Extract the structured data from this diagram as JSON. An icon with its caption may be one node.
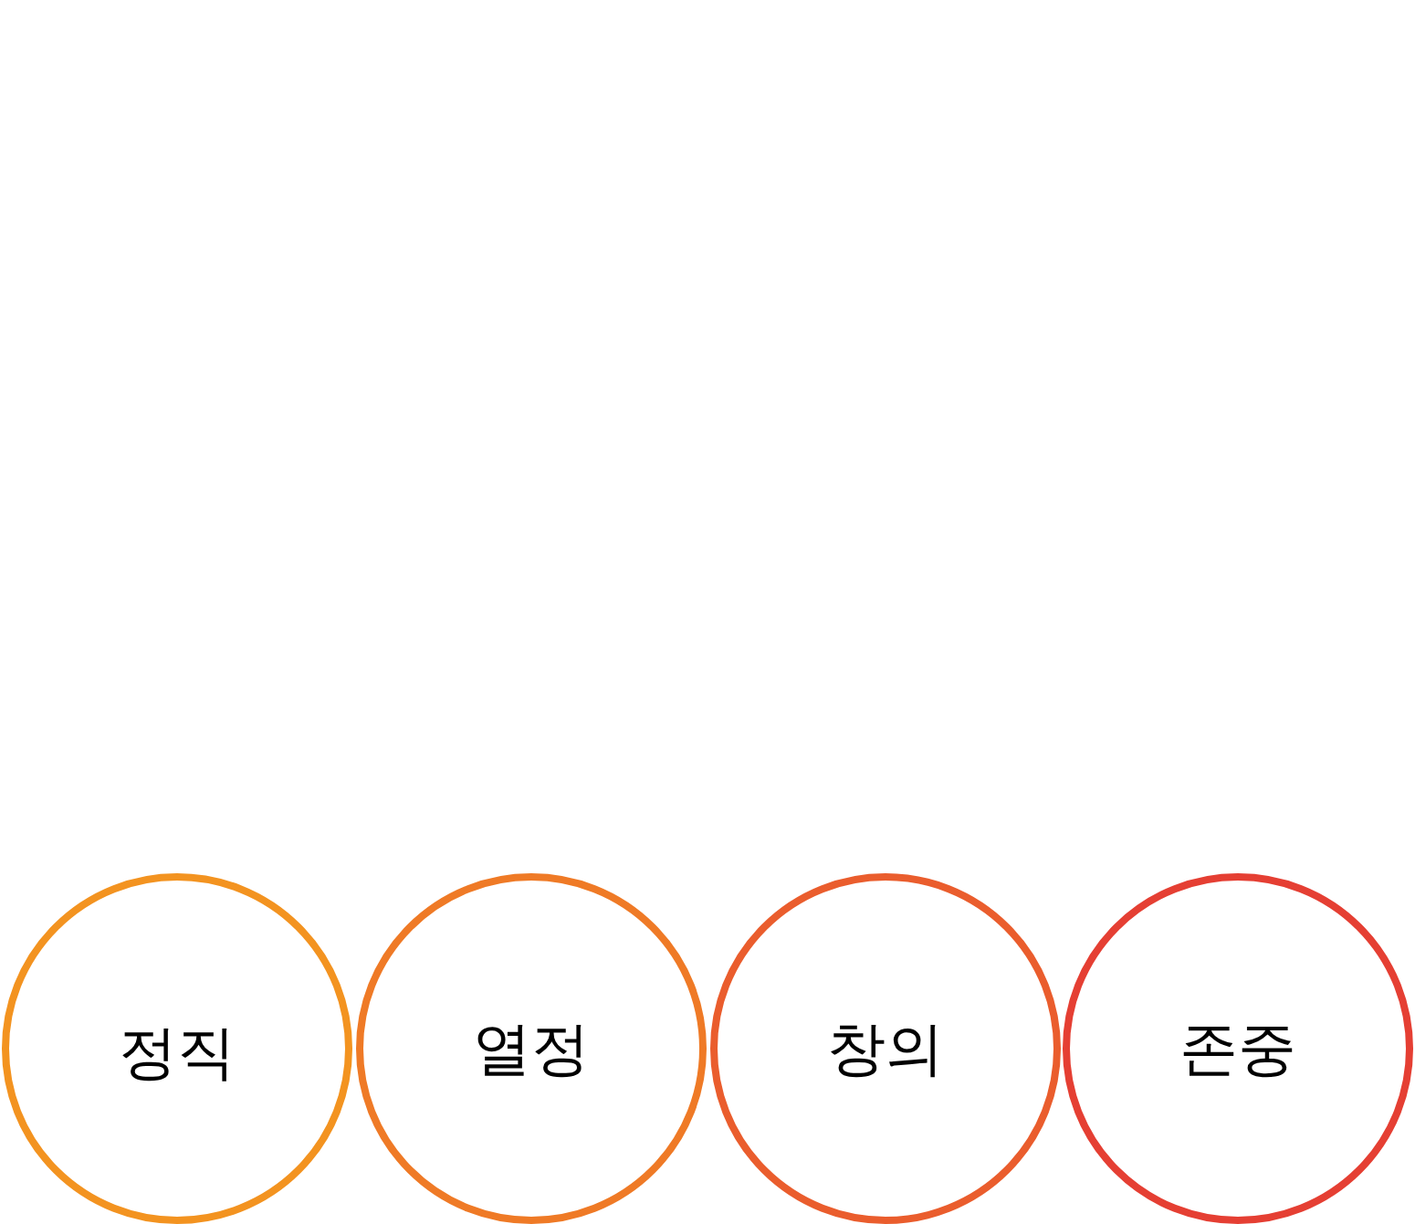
{
  "diagram": {
    "nodes": [
      {
        "text": [
          "정직"
        ]
      },
      {
        "text": [
          "열정"
        ]
      },
      {
        "text": [
          "창의"
        ]
      },
      {
        "text": [
          "존중"
        ]
      }
    ]
  }
}
